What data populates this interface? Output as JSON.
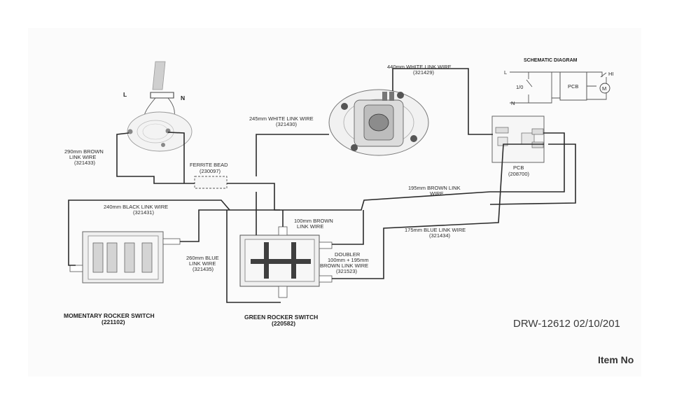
{
  "labels": {
    "plug_l": "L",
    "plug_n": "N",
    "brown_290": "290mm BROWN",
    "brown_290_b": "LINK WIRE",
    "brown_290_c": "(321433)",
    "ferrite": "FERRITE BEAD",
    "ferrite_code": "(230097)",
    "white_245": "245mm WHITE LINK WIRE",
    "white_245_code": "(321430)",
    "white_440": "440mm WHITE LINK WIRE",
    "white_440_code": "(321429)",
    "black_240": "240mm BLACK LINK WIRE",
    "black_240_code": "(321431)",
    "brown_100": "100mm BROWN",
    "brown_100_b": "LINK WIRE",
    "brown_195": "195mm BROWN LINK",
    "brown_195_b": "WIRE",
    "blue_175": "175mm BLUE LINK WIRE",
    "blue_175_code": "(321434)",
    "blue_260": "260mm BLUE",
    "blue_260_b": "LINK WIRE",
    "blue_260_c": "(321435)",
    "doubler": "DOUBLER",
    "doubler_b": "100mm + 195mm",
    "doubler_c": "BROWN LINK WIRE",
    "doubler_d": "(321523)",
    "pcb": "PCB",
    "pcb_code": "(208700)",
    "momentary": "MOMENTARY ROCKER SWITCH",
    "momentary_code": "(221102)",
    "green": "GREEN ROCKER SWITCH",
    "green_code": "(220582)",
    "drw": "DRW-12612 02/10/201",
    "item": "Item No"
  },
  "schematic": {
    "title": "SCHEMATIC DIAGRAM",
    "l": "L",
    "io": "1/0",
    "n": "N",
    "pcb": "PCB",
    "hi": "HI",
    "motor": "M"
  }
}
